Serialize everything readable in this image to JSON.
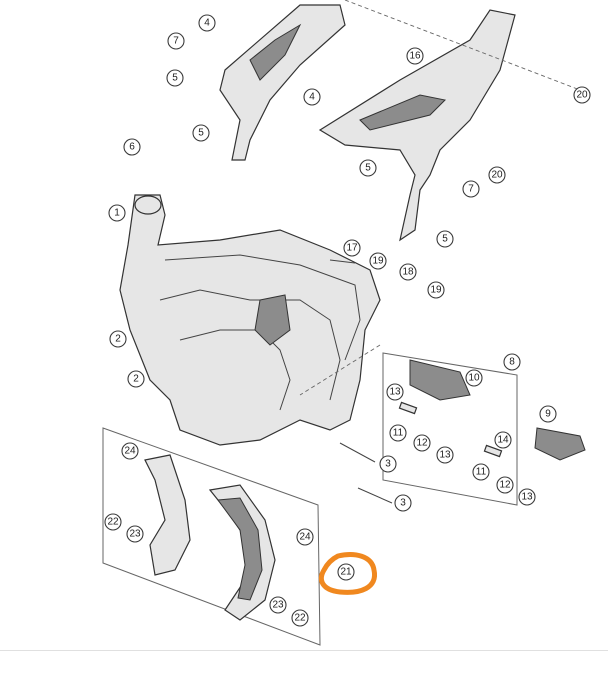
{
  "diagram": {
    "callouts": [
      "1",
      "2",
      "3",
      "4",
      "5",
      "6",
      "7",
      "8",
      "9",
      "10",
      "11",
      "12",
      "13",
      "14",
      "16",
      "17",
      "18",
      "19",
      "20",
      "21",
      "22",
      "23",
      "24"
    ]
  },
  "colors": {
    "highlight": "#f0881f",
    "line": "#333333"
  }
}
